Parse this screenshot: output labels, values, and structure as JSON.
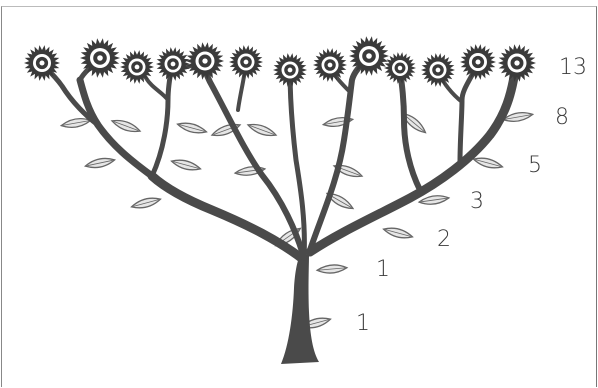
{
  "labels": {
    "row_13": "13",
    "row_8": "8",
    "row_5": "5",
    "row_3": "3",
    "row_2": "2",
    "row_1_upper": "1",
    "row_1_lower": "1"
  },
  "colors": {
    "stem": "#4a4a4a",
    "leaf_fill": "#e6e6e6",
    "leaf_outline": "#666666",
    "petals": "#3a3a3a",
    "flower_center": "#ffffff",
    "label_text": "#3a3a3a"
  }
}
